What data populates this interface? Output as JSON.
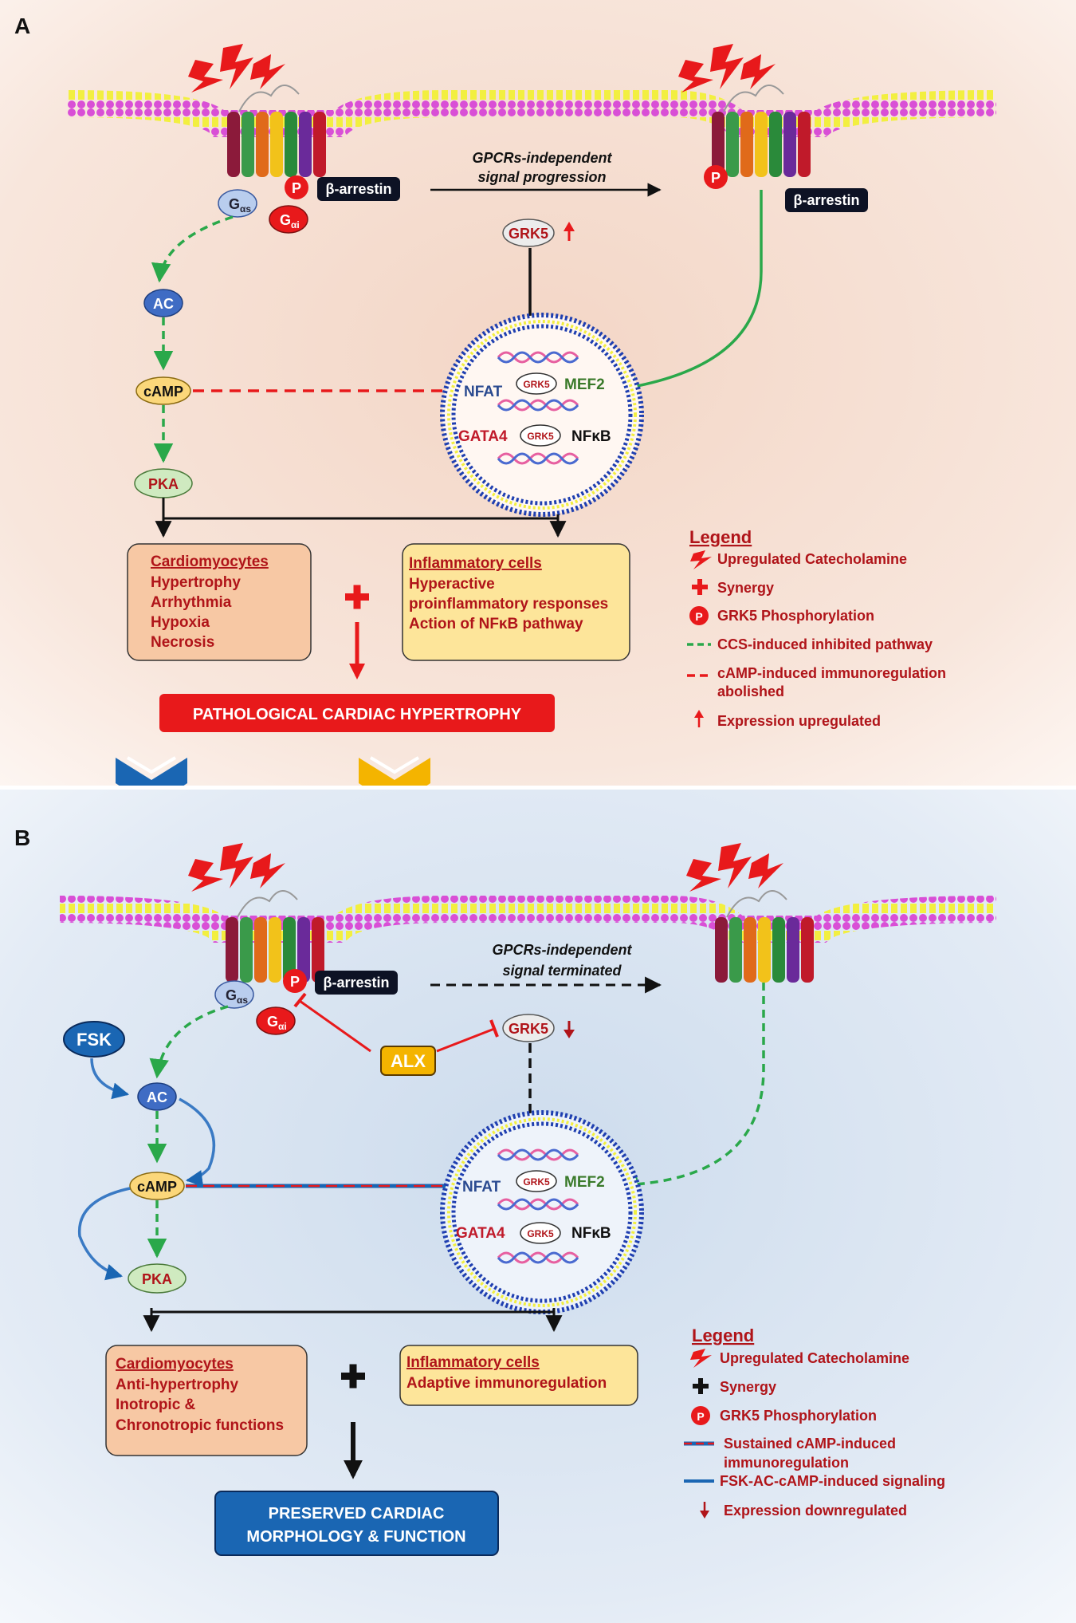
{
  "panel_a": {
    "label": "A",
    "receptor_b_arrestin": "β-arrestin",
    "g_alpha_s": "G",
    "g_alpha_s_sub": "αs",
    "g_alpha_i": "G",
    "g_alpha_i_sub": "αi",
    "p": "P",
    "right_b_arrestin": "β-arrestin",
    "gpcr_line1": "GPCRs-independent",
    "gpcr_line2": "signal progression",
    "grk5": "GRK5",
    "ac": "AC",
    "camp": "cAMP",
    "pka": "PKA",
    "nfat": "NFAT",
    "mef2": "MEF2",
    "gata4": "GATA4",
    "nfkb": "NFκB",
    "grk5_small": "GRK5",
    "cardio_title": "Cardiomyocytes",
    "cardio_items": [
      "Hypertrophy",
      "Arrhythmia",
      "Hypoxia",
      "Necrosis"
    ],
    "inflam_title": "Inflammatory cells",
    "inflam_items": [
      "Hyperactive",
      "proinflammatory responses",
      "Action of NFκB pathway"
    ],
    "outcome": "PATHOLOGICAL CARDIAC HYPERTROPHY",
    "legend": {
      "title": "Legend",
      "items": [
        "Upregulated Catecholamine",
        "Synergy",
        "GRK5 Phosphorylation",
        "CCS-induced inhibited pathway",
        "cAMP-induced immunoregulation",
        "abolished",
        "Expression upregulated"
      ]
    }
  },
  "panel_b": {
    "label": "B",
    "receptor_b_arrestin": "β-arrestin",
    "g_alpha_s": "G",
    "g_alpha_s_sub": "αs",
    "g_alpha_i": "G",
    "g_alpha_i_sub": "αi",
    "p": "P",
    "gpcr_line1": "GPCRs-independent",
    "gpcr_line2": "signal terminated",
    "fsk": "FSK",
    "alx": "ALX",
    "grk5": "GRK5",
    "ac": "AC",
    "camp": "cAMP",
    "pka": "PKA",
    "nfat": "NFAT",
    "mef2": "MEF2",
    "gata4": "GATA4",
    "nfkb": "NFκB",
    "grk5_small": "GRK5",
    "cardio_title": "Cardiomyocytes",
    "cardio_items": [
      "Anti-hypertrophy",
      "Inotropic &",
      "Chronotropic functions"
    ],
    "inflam_title": "Inflammatory cells",
    "inflam_items": [
      "Adaptive immunoregulation"
    ],
    "outcome_line1": "PRESERVED CARDIAC",
    "outcome_line2": "MORPHOLOGY & FUNCTION",
    "legend": {
      "title": "Legend",
      "items": [
        "Upregulated Catecholamine",
        "Synergy",
        "GRK5 Phosphorylation",
        "Sustained cAMP-induced",
        "immunoregulation",
        "FSK-AC-cAMP-induced signaling",
        "Expression downregulated"
      ]
    }
  },
  "colors": {
    "red": "#e8191b",
    "dark_red": "#b01419",
    "green_dash": "#2aa84a",
    "blue": "#1a66b3",
    "yellow": "#f4b400",
    "membrane_pink": "#d94fd6",
    "membrane_yellow": "#f2ef40"
  }
}
